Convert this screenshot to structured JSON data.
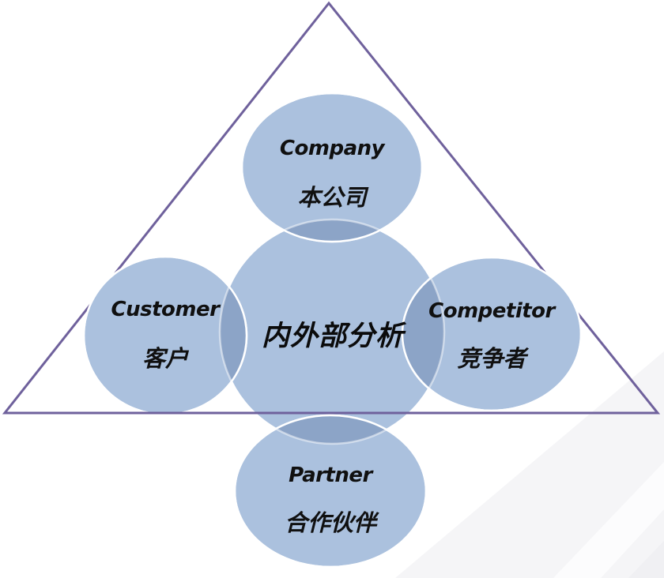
{
  "diagram": {
    "center": {
      "label": "内外部分析"
    },
    "nodes": {
      "company": {
        "en": "Company",
        "zh": "本公司"
      },
      "customer": {
        "en": "Customer",
        "zh": "客户"
      },
      "competitor": {
        "en": "Competitor",
        "zh": "竞争者"
      },
      "partner": {
        "en": "Partner",
        "zh": "合作伙伴"
      }
    }
  },
  "palette": {
    "circle_fill": "#ABC1DE",
    "overlap_fill": "#8CA4C7",
    "circle_stroke": "#FFFFFF",
    "triangle_stroke": "#6F619C",
    "text_color": "#101010",
    "bg_shade_light": "#F5F5F7",
    "bg_shade_streak": "#FCFCFD",
    "bg_shade_corner": "#F0F0F3"
  }
}
